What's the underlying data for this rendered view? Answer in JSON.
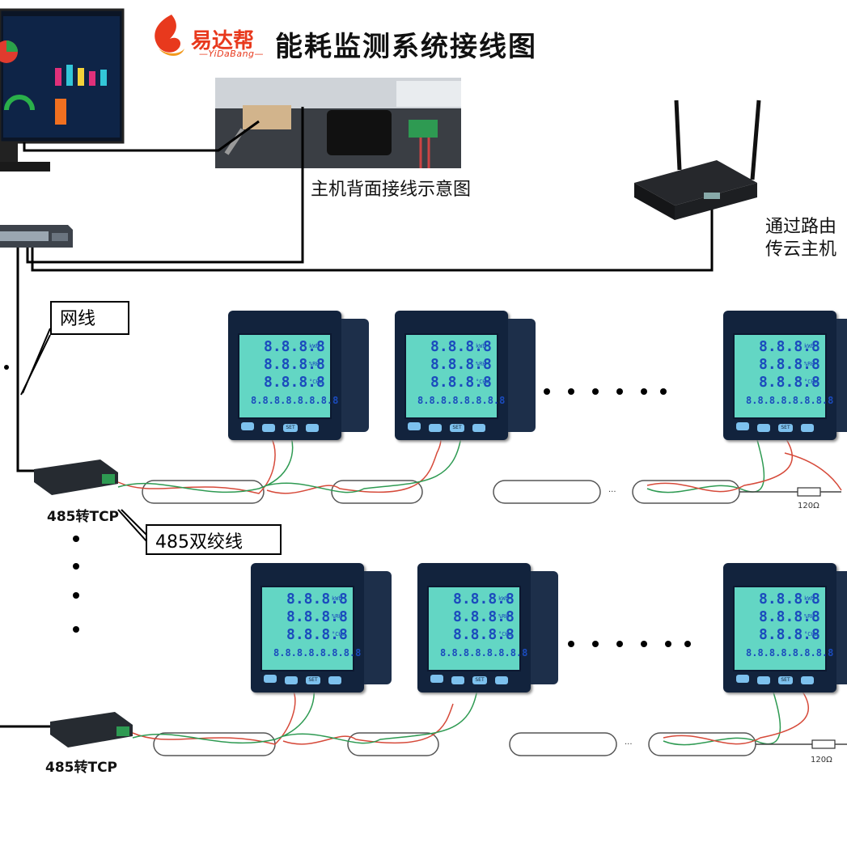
{
  "header": {
    "brand_cn": "易达帮",
    "brand_en": "—YiDaBang—",
    "title": "能耗监测系统接线图"
  },
  "labels": {
    "host_back": "主机背面接线示意图",
    "cloud_line1": "通过路由",
    "cloud_line2": "传云主机",
    "network_cable": "网线",
    "rs485_twisted": "485双绞线",
    "converter_1": "485转TCP",
    "converter_2": "485转TCP",
    "resistor_1": "120Ω",
    "resistor_2": "120Ω",
    "ellipsis_1": "...",
    "ellipsis_2": "..."
  },
  "meter": {
    "row1": "8.8.8.8",
    "row2": "8.8.8.8",
    "row3": "8.8.8.8",
    "row4": "8.8.8.8.8.8.8.8",
    "unit1": "kWh",
    "unit2": "%RH",
    "unit3": "°CHz",
    "btn_set": "SET"
  },
  "colors": {
    "brand": "#e8391d",
    "lcd": "#63d6c4",
    "lcd_digit": "#1b4bbd",
    "meter_body": "#12233d",
    "cable_red": "#d64a3a",
    "cable_green": "#2e9a52"
  }
}
